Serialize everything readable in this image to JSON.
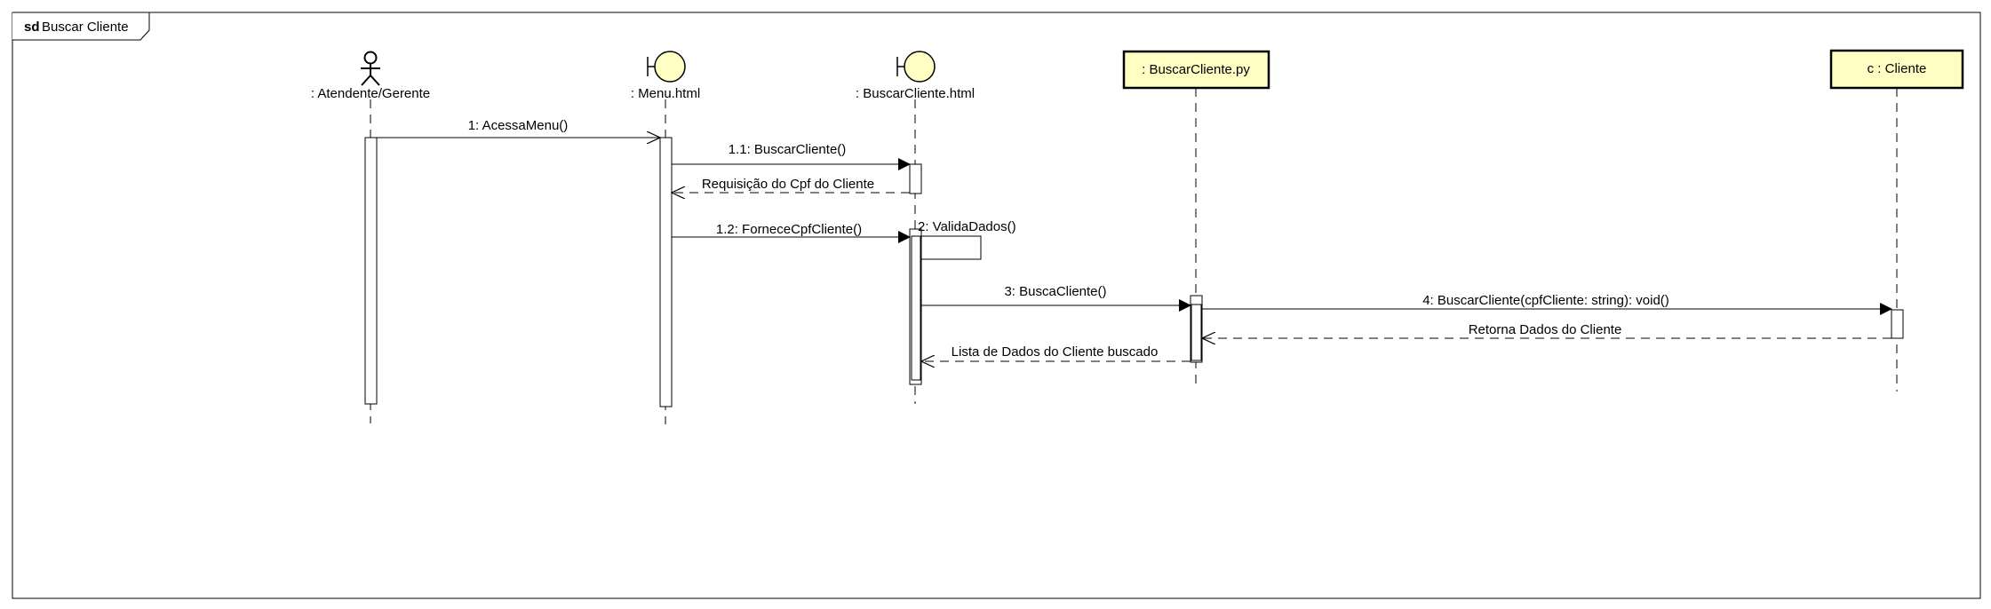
{
  "frame": {
    "keyword": "sd",
    "title": "Buscar Cliente"
  },
  "lifelines": {
    "actor": ": Atendente/Gerente",
    "menu": ": Menu.html",
    "buscarHtml": ": BuscarCliente.html",
    "buscarPy": ": BuscarCliente.py",
    "cliente": "c : Cliente"
  },
  "messages": {
    "m1": "1: AcessaMenu()",
    "m11": "1.1: BuscarCliente()",
    "r1": "Requisição do Cpf do Cliente",
    "m12": "1.2: ForneceCpfCliente()",
    "m2": "2: ValidaDados()",
    "m3": "3: BuscaCliente()",
    "m4": "4: BuscarCliente(cpfCliente: string): void()",
    "r2": "Retorna Dados do Cliente",
    "r3": "Lista de Dados do Cliente buscado"
  },
  "colors": {
    "objectFill": "#ffffc4",
    "stroke": "#000000",
    "background": "#ffffff"
  },
  "icons": {
    "actor": "stick-figure-icon",
    "boundary": "boundary-icon"
  }
}
